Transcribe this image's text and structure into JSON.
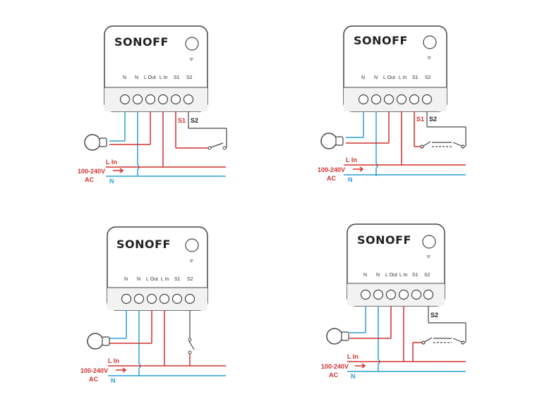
{
  "colors": {
    "live": "#d0312d",
    "neutral": "#2a9fd6",
    "switch_wire": "#444444",
    "device_outline": "#444444"
  },
  "device": {
    "brand": "SONOFF",
    "terminals": [
      "N",
      "N",
      "L Out",
      "L In",
      "S1",
      "S2"
    ]
  },
  "labels": {
    "voltage": "100-240V",
    "ac": "AC",
    "live_in": "L In",
    "neutral": "N",
    "s1": "S1",
    "s2": "S2"
  },
  "diagrams": [
    {
      "panel": "top-left",
      "switch": "single",
      "switch_terminal": "S1/S2",
      "show_voltage": true
    },
    {
      "panel": "top-right",
      "switch": "two-way",
      "switch_terminal": "S1/S2",
      "show_voltage": true
    },
    {
      "panel": "bottom-left",
      "switch": "single-vertical",
      "switch_terminal": "S2",
      "show_voltage": true
    },
    {
      "panel": "bottom-right",
      "switch": "two-way",
      "switch_terminal": "S2",
      "show_voltage": true
    }
  ]
}
